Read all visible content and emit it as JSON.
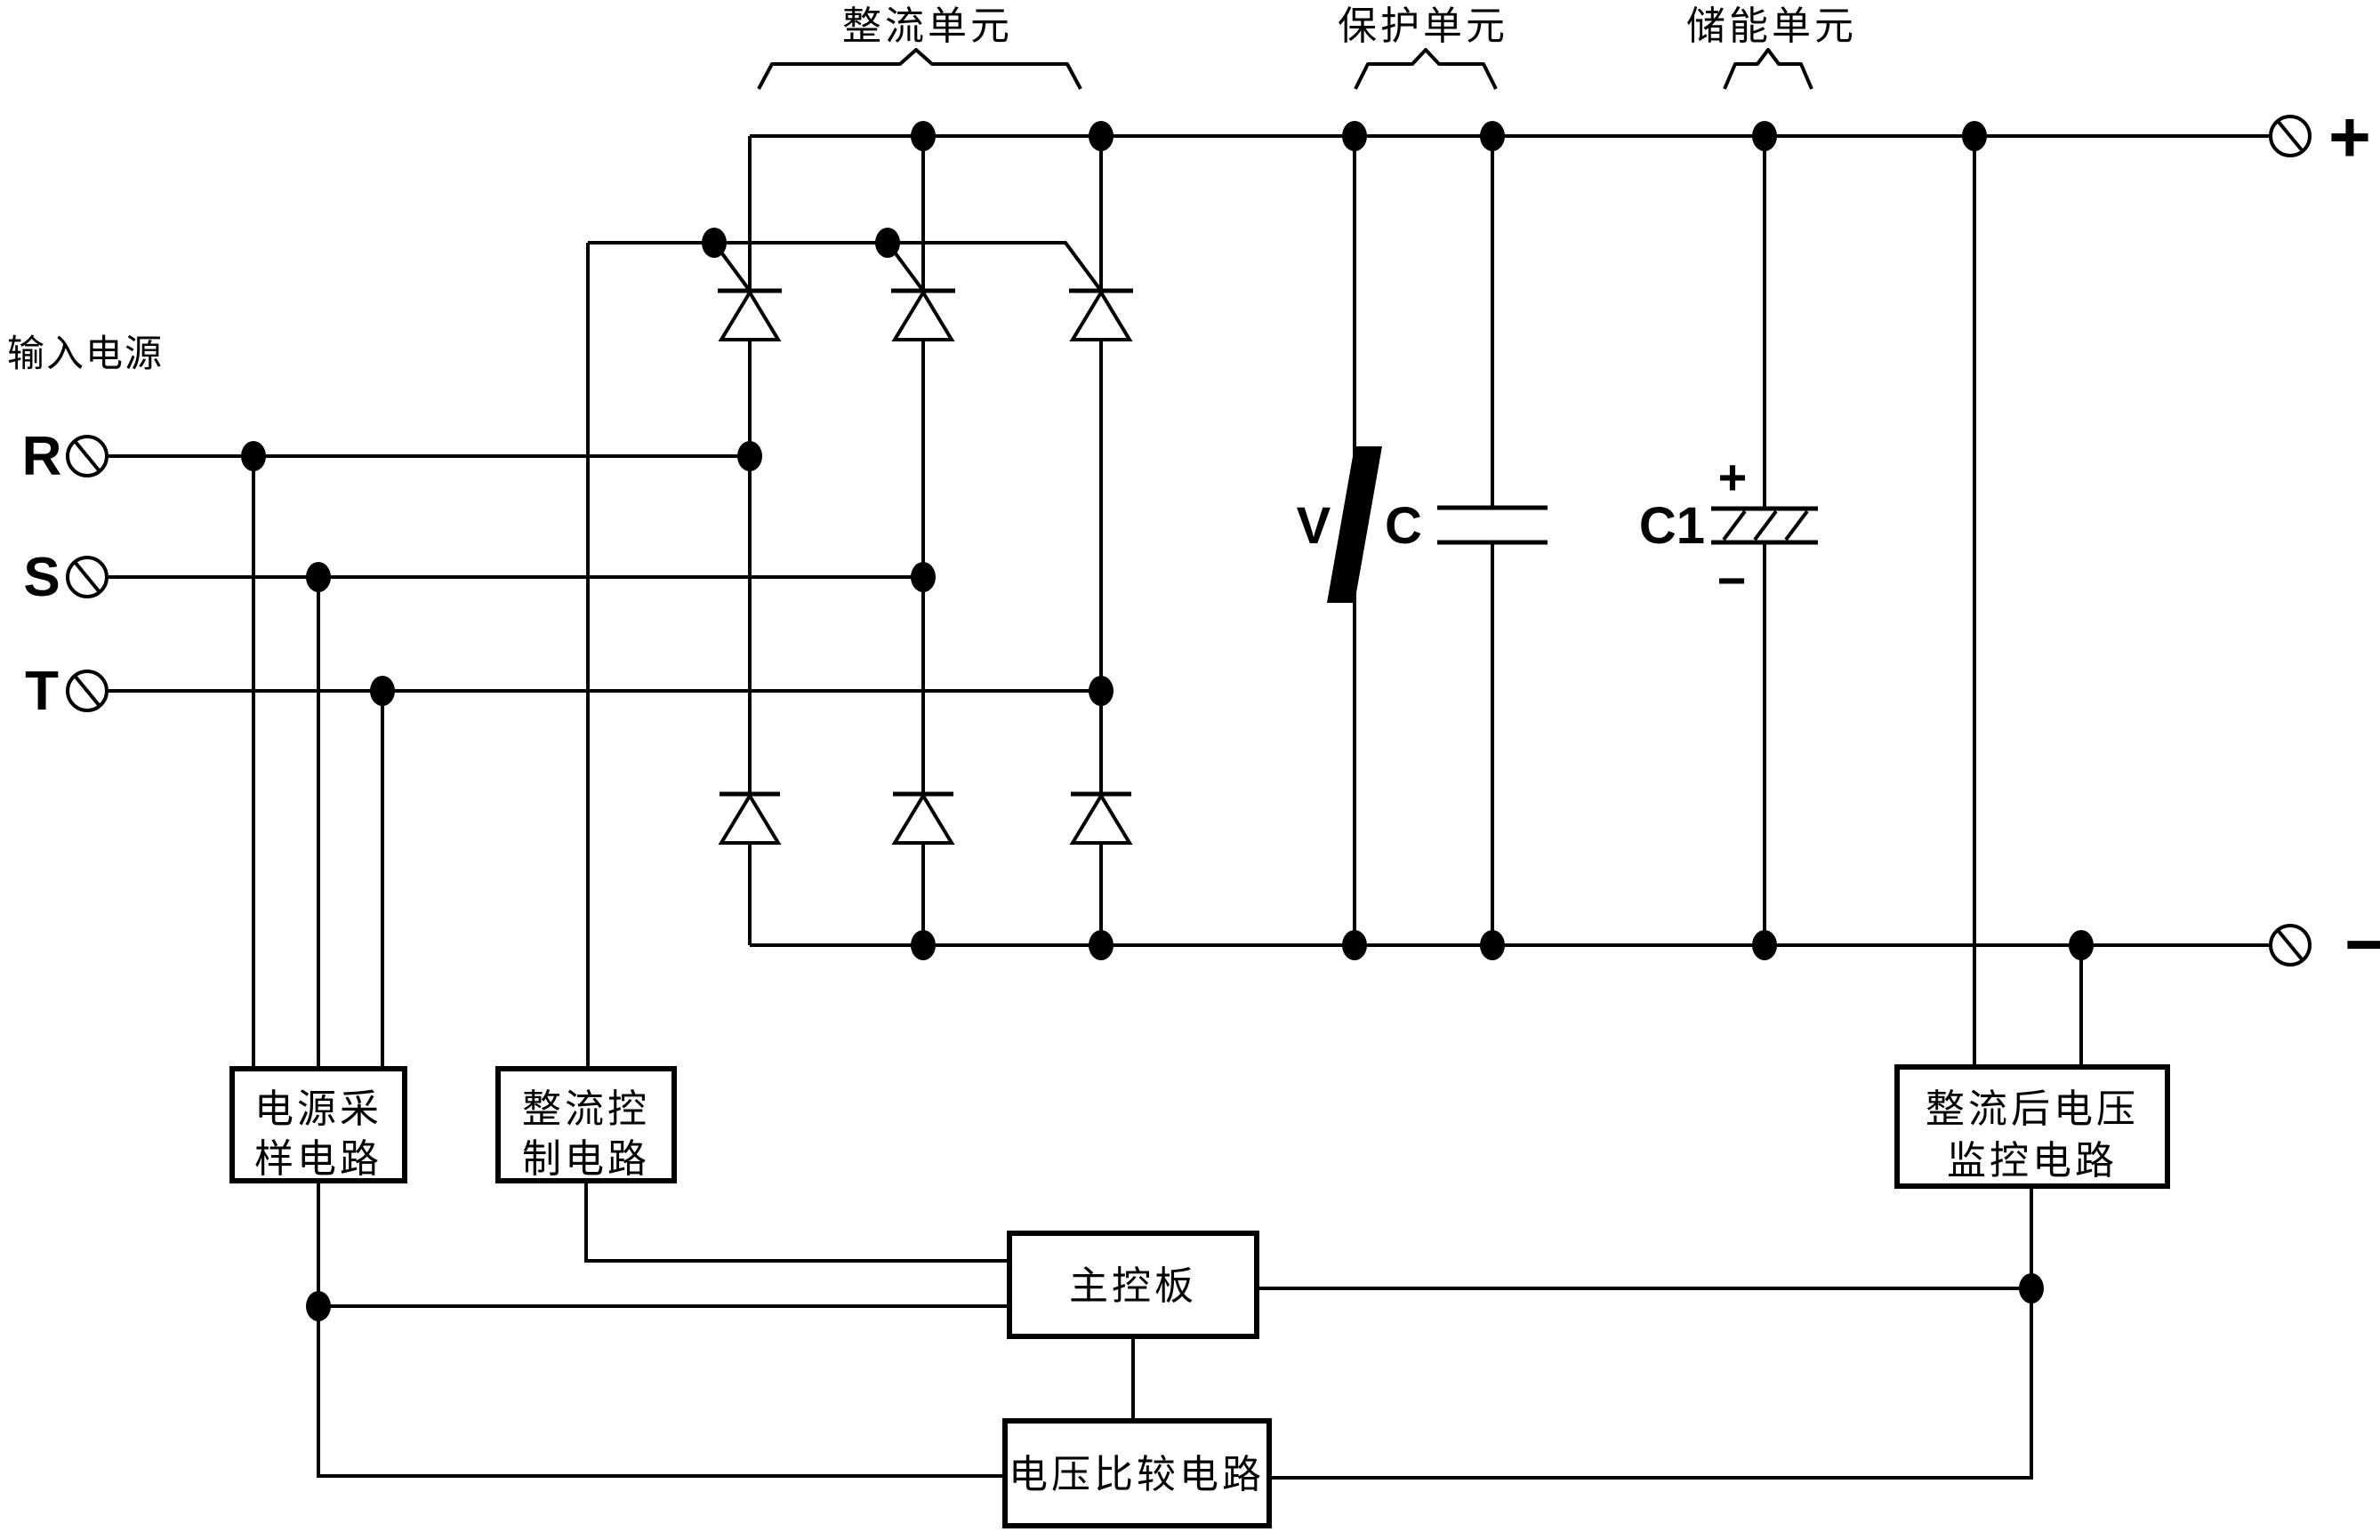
{
  "colors": {
    "background": "#ffffff",
    "ink": "#000000"
  },
  "input": {
    "label": "输入电源",
    "phases": [
      "R",
      "S",
      "T"
    ]
  },
  "units": {
    "rectifier": "整流单元",
    "protection": "保护单元",
    "storage": "储能单元"
  },
  "components": {
    "varistor": "V",
    "filter_capacitor": "C",
    "storage_capacitor": "C1",
    "storage_cap_plus": "+",
    "storage_cap_minus": "−"
  },
  "outputs": {
    "positive": "+",
    "negative": "−"
  },
  "boxes": {
    "power_sampling": [
      "电源采",
      "样电路"
    ],
    "rectifier_control": [
      "整流控",
      "制电路"
    ],
    "post_rectify_monitor": [
      "整流后电压",
      "监控电路"
    ],
    "main_control": "主控板",
    "voltage_compare": "电压比较电路"
  }
}
